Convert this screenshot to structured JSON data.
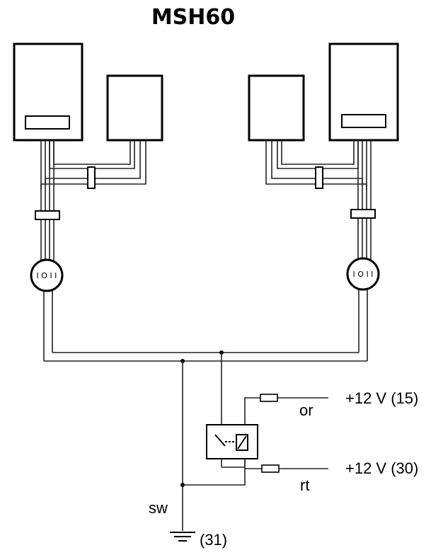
{
  "title": "MSH60",
  "connectors": {
    "left_motor_symbol": "I O I I",
    "right_motor_symbol": "I O I I"
  },
  "wire_labels": {
    "ignition": "+12 V (15)",
    "ignition_color": "or",
    "battery": "+12 V (30)",
    "battery_color": "rt",
    "ground_color": "sw",
    "ground": "(31)"
  }
}
